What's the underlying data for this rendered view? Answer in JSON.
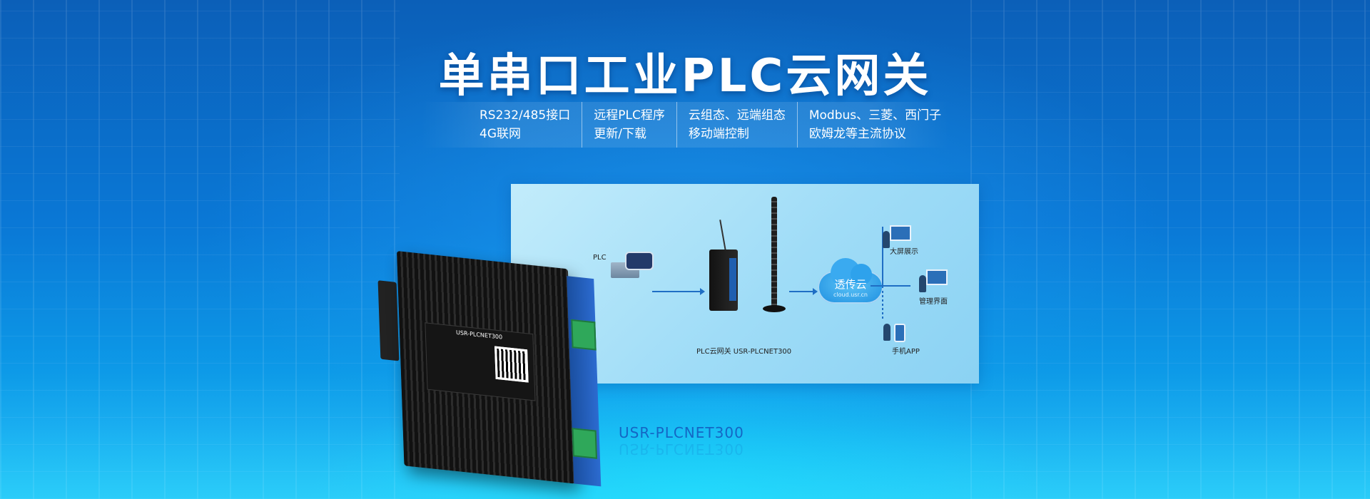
{
  "banner": {
    "title": "单串口工业PLC云网关",
    "features": [
      {
        "line1": "RS232/485接口",
        "line2": "4G联网"
      },
      {
        "line1": "远程PLC程序",
        "line2": "更新/下载"
      },
      {
        "line1": "云组态、远端组态",
        "line2": "移动端控制"
      },
      {
        "line1": "Modbus、三菱、西门子",
        "line2": "欧姆龙等主流协议"
      }
    ],
    "model": "USR-PLCNET300"
  },
  "device": {
    "label_name": "USR-PLCNET300"
  },
  "diagram": {
    "plc_label": "PLC",
    "gateway_caption": "PLC云网关    USR-PLCNET300",
    "cloud_name": "透传云",
    "cloud_url": "cloud.usr.cn",
    "big_screen": "大屏展示",
    "manage": "管理界面",
    "mobile": "手机APP"
  },
  "colors": {
    "background": "#0a78d6",
    "accent": "#1f6ec4",
    "model_text": "#1466c4"
  }
}
